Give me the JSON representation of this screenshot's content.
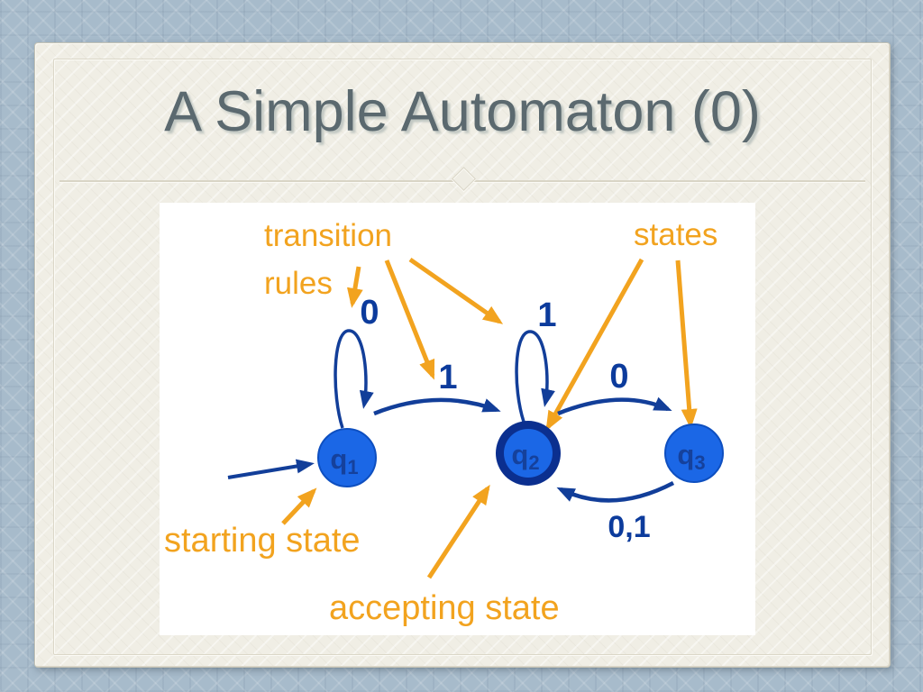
{
  "slide": {
    "title": "A Simple Automaton (0)"
  },
  "annotations": {
    "transition_line1": "transition",
    "transition_line2": "rules",
    "states": "states",
    "starting": "starting state",
    "accepting": "accepting state"
  },
  "automaton": {
    "states": [
      {
        "name": "q",
        "sub": "1",
        "start": true,
        "accepting": false
      },
      {
        "name": "q",
        "sub": "2",
        "start": false,
        "accepting": true
      },
      {
        "name": "q",
        "sub": "3",
        "start": false,
        "accepting": false
      }
    ],
    "labels": {
      "q1_self": "0",
      "q2_self": "1",
      "q1_to_q2": "1",
      "q2_to_q3": "0",
      "q3_to_q2": "0,1"
    }
  },
  "colors": {
    "annotation_orange": "#F2A31F",
    "arrow_navy": "#123E99",
    "state_fill": "#1B67E6",
    "accepting_ring": "#0B2F8F",
    "state_text": "#15419C",
    "title_gray": "#5B696F"
  }
}
